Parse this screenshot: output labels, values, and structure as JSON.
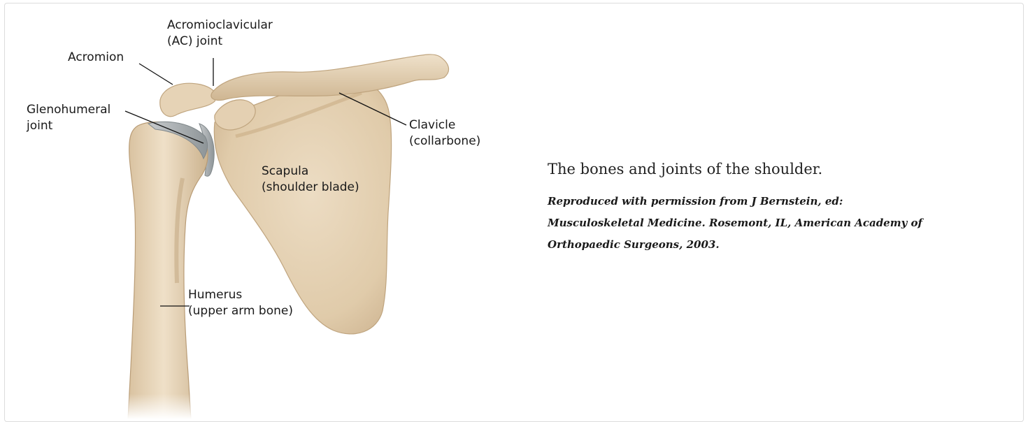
{
  "figure": {
    "labels": {
      "ac_joint_line1": "Acromioclavicular",
      "ac_joint_line2": "(AC) joint",
      "acromion": "Acromion",
      "glenohumeral_line1": "Glenohumeral",
      "glenohumeral_line2": "joint",
      "clavicle_line1": "Clavicle",
      "clavicle_line2": "(collarbone)",
      "scapula_line1": "Scapula",
      "scapula_line2": "(shoulder blade)",
      "humerus_line1": "Humerus",
      "humerus_line2": "(upper arm bone)"
    },
    "colors": {
      "bone": "#e6d3b6",
      "bone_shadow": "#cdb592",
      "cartilage": "#a8adb0",
      "leader_line": "#111111"
    }
  },
  "caption": {
    "title": "The bones and joints of the shoulder.",
    "credit_line1": "Reproduced with permission from J Bernstein, ed:",
    "credit_line2": "Musculoskeletal Medicine. Rosemont, IL, American Academy of",
    "credit_line3": "Orthopaedic Surgeons, 2003."
  }
}
